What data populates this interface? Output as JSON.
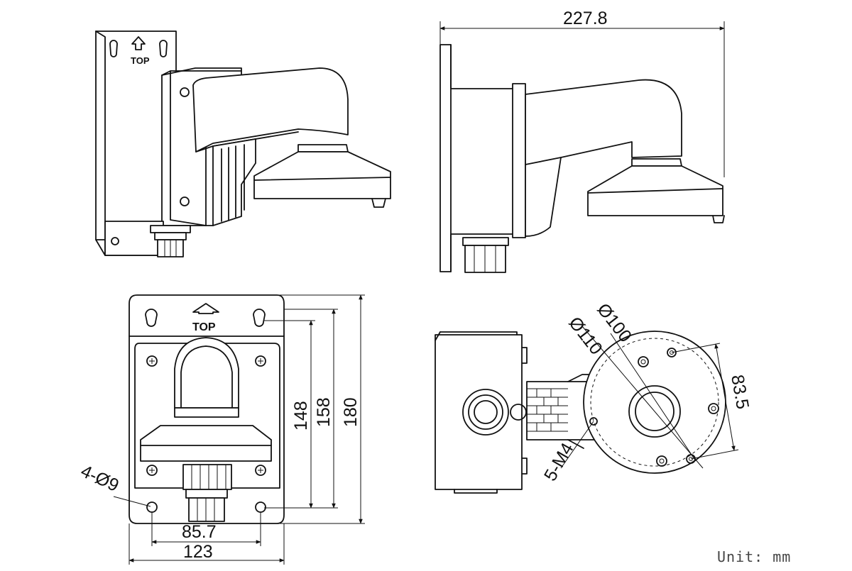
{
  "dimensions": {
    "overall_width": "227.8",
    "height_148": "148",
    "height_158": "158",
    "height_180": "180",
    "hole_spacing": "85.7",
    "plate_width": "123",
    "holes": "4-Ø9",
    "dia_100": "Ø100",
    "dia_110": "Ø110",
    "screw_spacing": "83.5",
    "screws": "5-M4"
  },
  "labels": {
    "top_perspective": "TOP",
    "top_front": "TOP"
  },
  "unit": "Unit:  mm",
  "colors": {
    "line": "#111111",
    "background": "#ffffff"
  }
}
